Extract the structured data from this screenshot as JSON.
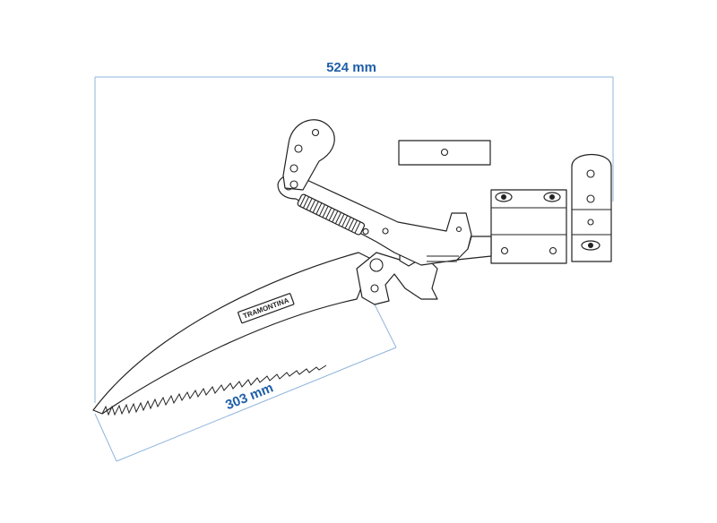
{
  "dimensions": {
    "overall_length": "524 mm",
    "blade_length": "303 mm"
  },
  "blade": {
    "brand": "TRAMONTINA"
  },
  "colors": {
    "dimension": "#1f5fa8",
    "dimension_line": "#8fb4dc",
    "ink": "#222222"
  }
}
